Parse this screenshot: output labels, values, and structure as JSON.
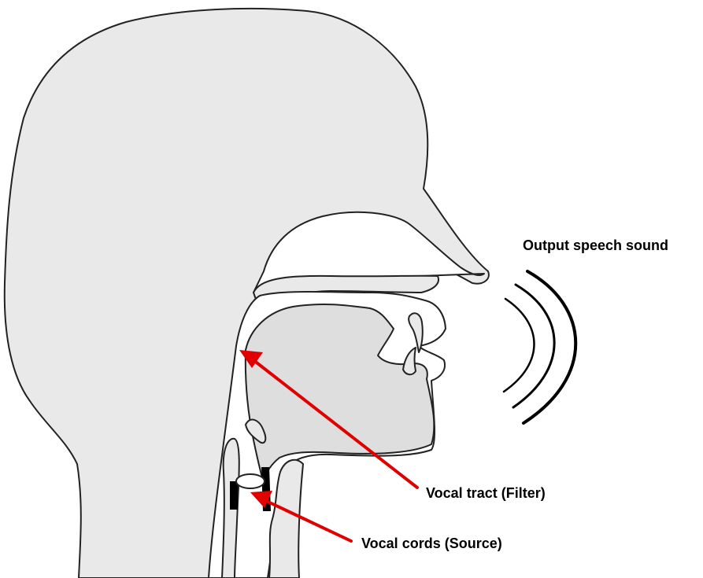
{
  "labels": {
    "output": "Output speech sound",
    "vocal_tract": "Vocal tract (Filter)",
    "vocal_cords": "Vocal cords (Source)"
  },
  "colors": {
    "arrow": "#e00000",
    "skin": "#e9e9e9",
    "tongue": "#dedede",
    "outline": "#222222"
  },
  "icons": {
    "sound_waves": "sound-waves-icon"
  }
}
